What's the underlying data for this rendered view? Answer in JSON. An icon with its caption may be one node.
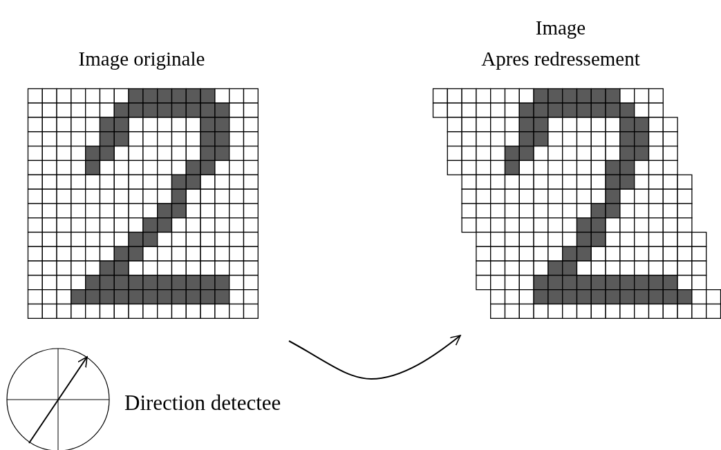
{
  "diagram": {
    "nodes": [
      {
        "text": [
          "Image originale"
        ]
      },
      {
        "text": [
          "Image Apres redressement"
        ]
      }
    ],
    "edges": [
      {
        "from": 0,
        "to": 1,
        "arrow": "to"
      }
    ],
    "labels": [
      "Direction detectee"
    ]
  }
}
